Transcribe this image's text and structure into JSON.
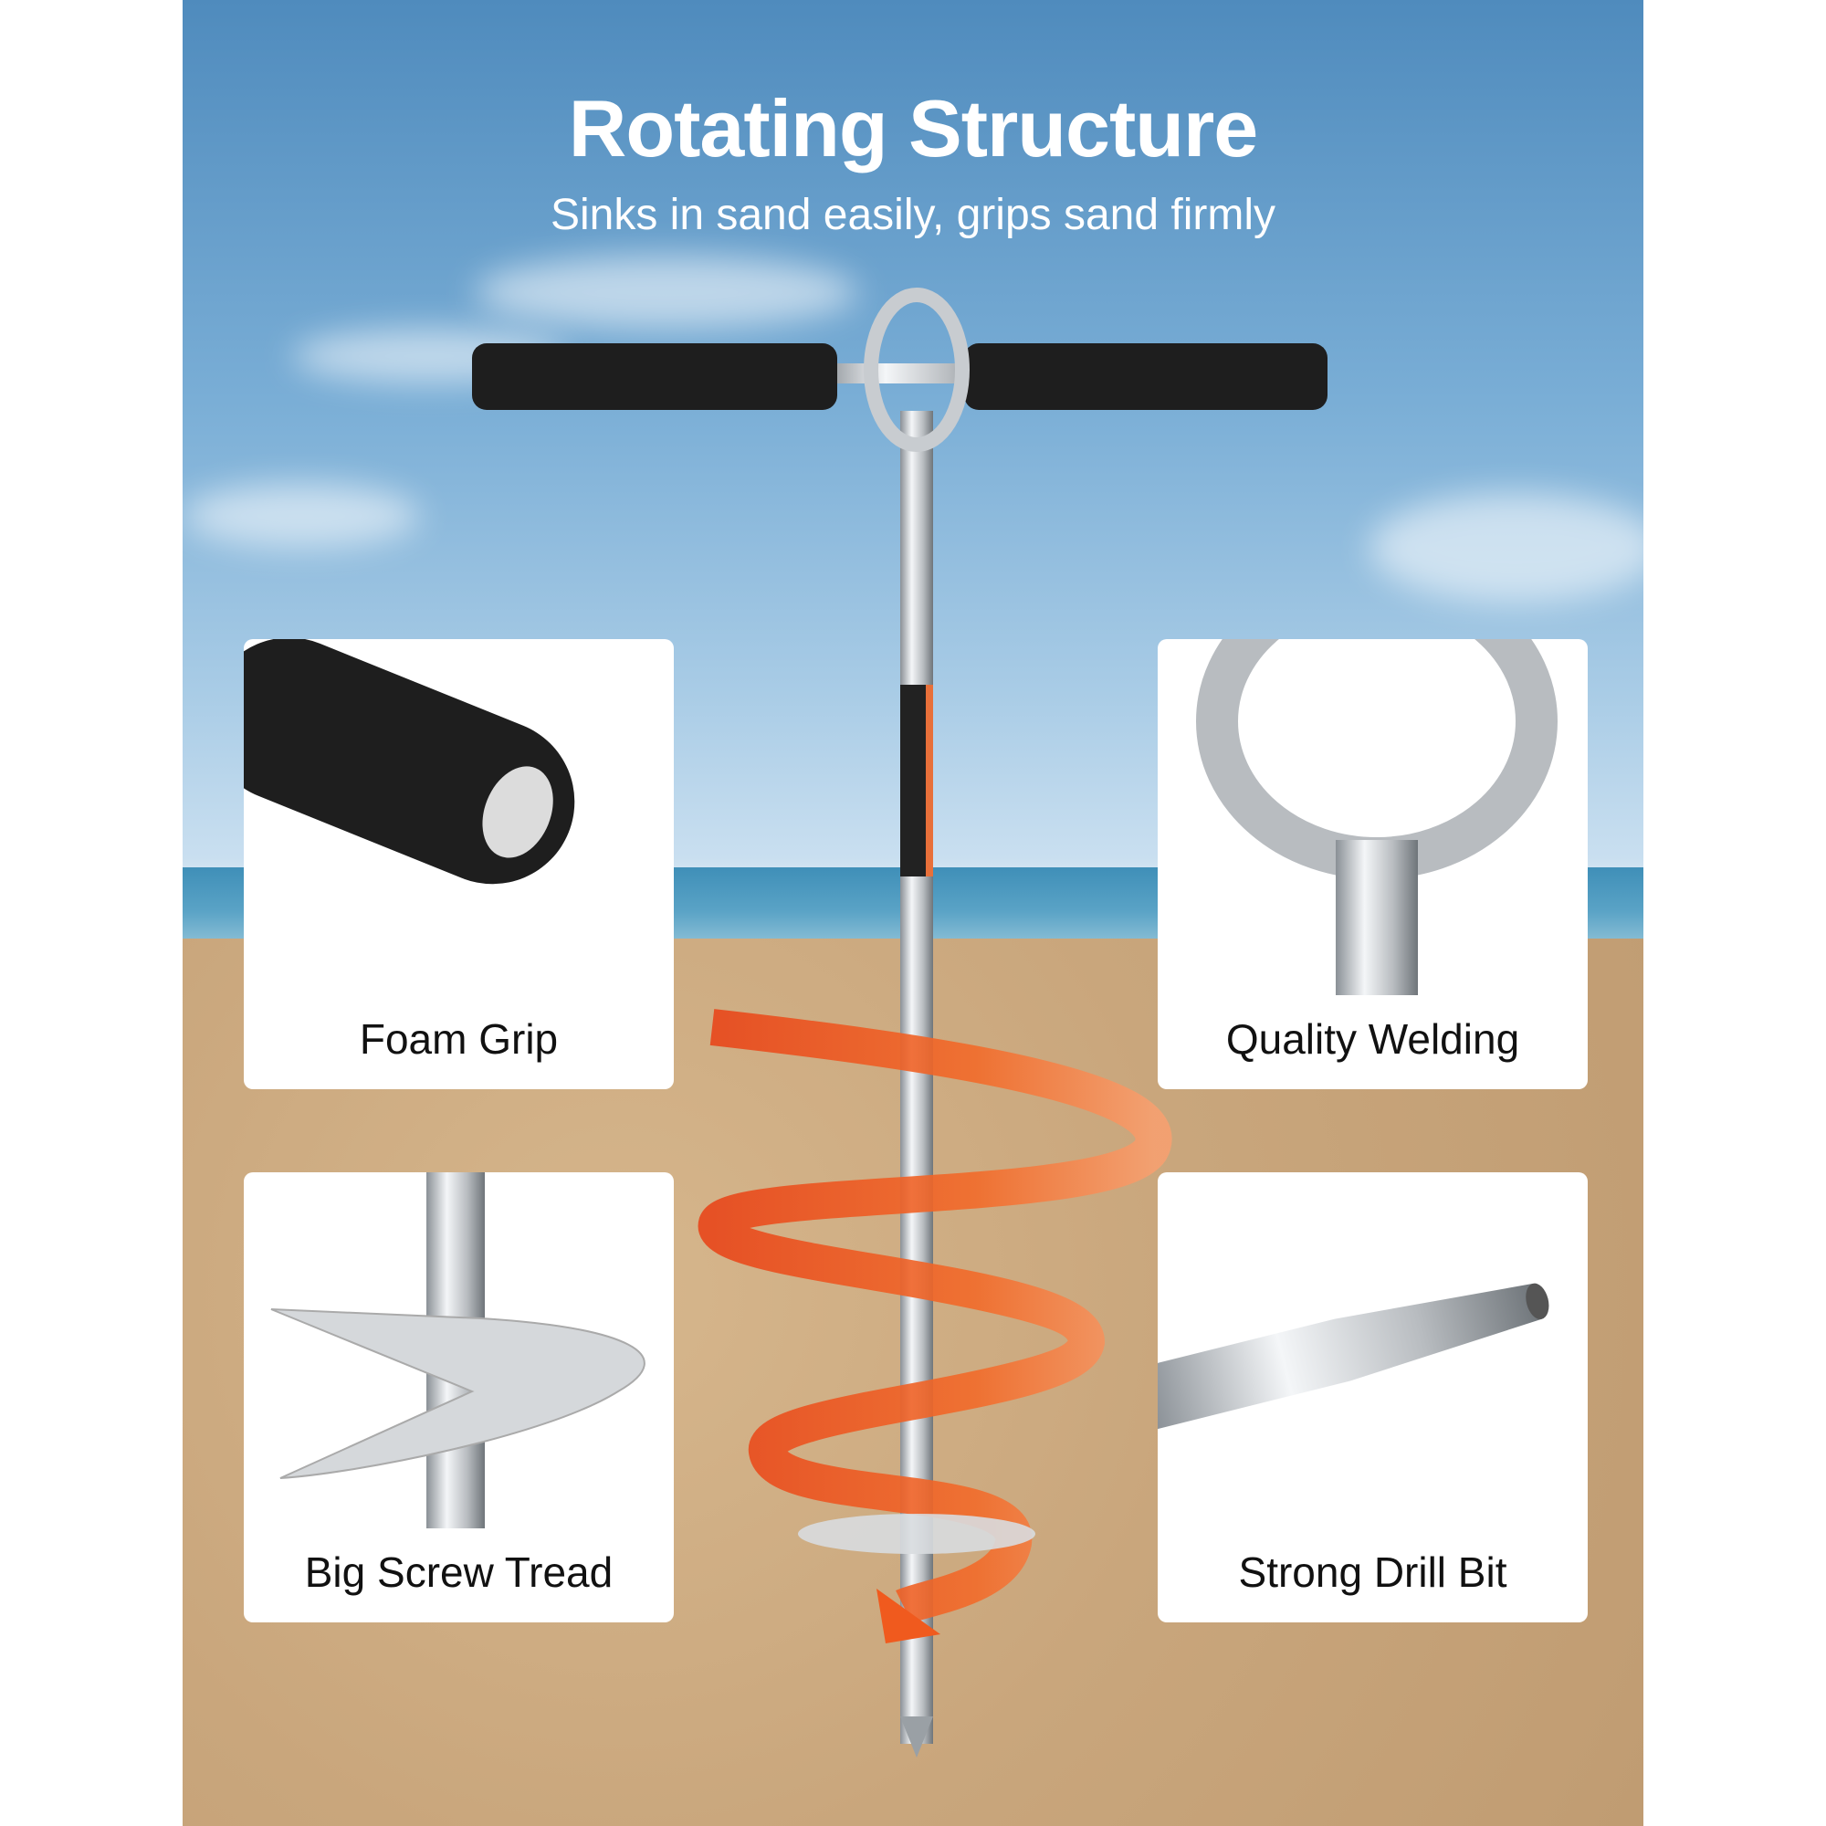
{
  "header": {
    "title": "Rotating Structure",
    "subtitle": "Sinks in sand easily, grips sand firmly"
  },
  "features": [
    {
      "label": "Foam Grip",
      "icon": "foam-grip"
    },
    {
      "label": "Quality Welding",
      "icon": "eye-ring"
    },
    {
      "label": "Big Screw Tread",
      "icon": "screw-tread"
    },
    {
      "label": "Strong Drill Bit",
      "icon": "drill-bit"
    }
  ],
  "colors": {
    "accent": "#f05a1e",
    "foam": "#1e1e1e",
    "steel": "#c8ccd0"
  }
}
